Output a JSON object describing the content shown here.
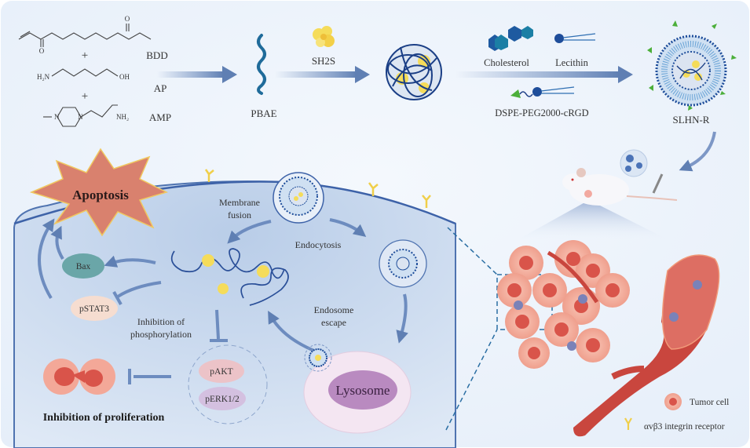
{
  "synthesis": {
    "monomers": {
      "bdd": "BDD",
      "ap": "AP",
      "amp": "AMP",
      "plus": "+",
      "ap_amine": "H₂N",
      "ap_hydroxyl": "OH",
      "amp_amine": "NH₂",
      "nitrogen": "N",
      "oxygen": "O"
    },
    "polymer": "PBAE",
    "drug": "SH2S",
    "lipids": {
      "cholesterol": "Cholesterol",
      "lecithin": "Lecithin",
      "dspe": "DSPE-PEG2000-cRGD"
    },
    "product": "SLHN-R"
  },
  "mechanism": {
    "apoptosis": "Apoptosis",
    "membrane_fusion": [
      "Membrane",
      "fusion"
    ],
    "endocytosis": "Endocytosis",
    "endosome_escape": [
      "Endosome",
      "escape"
    ],
    "lysosome": "Lysosome",
    "bax": "Bax",
    "pstat3": "pSTAT3",
    "inhibition_phos": [
      "Inhibition of",
      "phosphorylation"
    ],
    "pakt": "pAKT",
    "perk": "pERK1/2",
    "inhibition_prolif": "Inhibition of proliferation"
  },
  "legend": {
    "tumor_cell": "Tumor cell",
    "integrin": "αvβ3 integrin receptor"
  },
  "colors": {
    "background": "#eef4fb",
    "cell": "#c9d9ee",
    "arrow": "#5f7fb3",
    "polymer": "#1f6b9a",
    "drug": "#f5dc5a",
    "apoptosis": "#d9816e",
    "tumor": "#e8746a",
    "vessel": "#c9463e",
    "receptor": "#f0cf4a",
    "ligand": "#4caf3a"
  }
}
